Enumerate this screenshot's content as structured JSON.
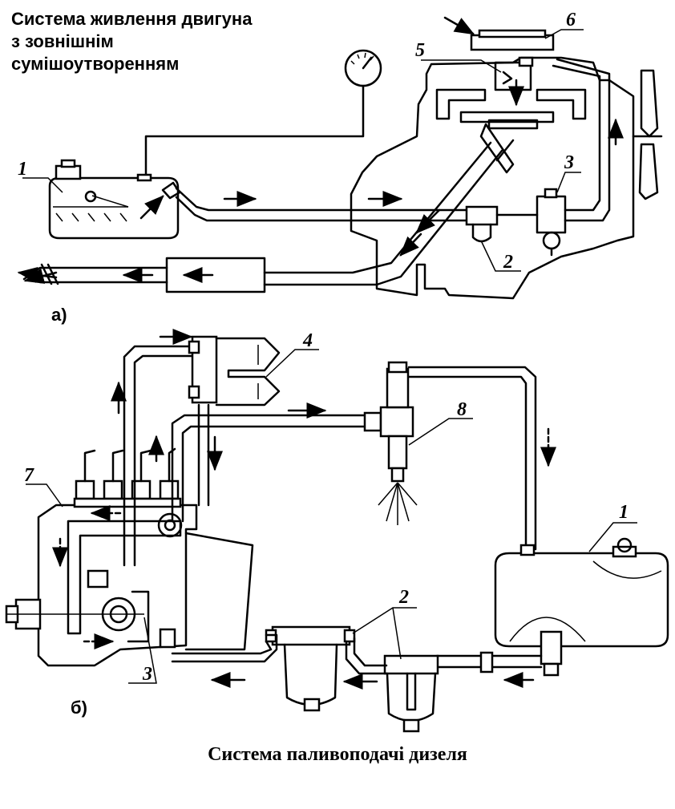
{
  "top_title": {
    "line1": "Система живлення двигуна",
    "line2": "з зовнішнім",
    "line3": "сумішоутворенням"
  },
  "subfigure_a": "а)",
  "subfigure_b": "б)",
  "bottom_title": "Система паливоподачі дизеля",
  "callouts_a": [
    "1",
    "2",
    "3",
    "5",
    "6"
  ],
  "callouts_b": [
    "1",
    "2",
    "3",
    "4",
    "7",
    "8"
  ]
}
